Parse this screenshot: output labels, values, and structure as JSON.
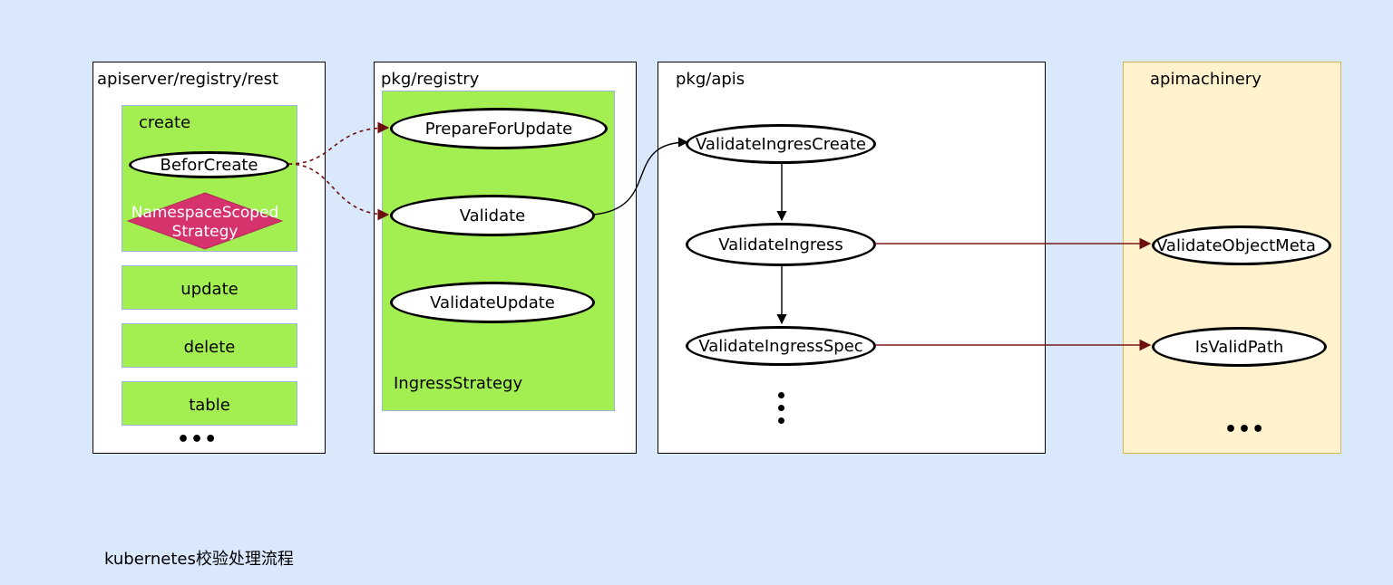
{
  "panels": {
    "rest": {
      "title": "apiserver/registry/rest",
      "create_label": "create",
      "befor_create": "BeforCreate",
      "namespace_scoped": "NamespaceScoped Strategy",
      "update": "update",
      "delete": "delete",
      "table": "table",
      "more": "•••"
    },
    "registry": {
      "title": "pkg/registry",
      "prepare_for_update": "PrepareForUpdate",
      "validate": "Validate",
      "validate_update": "ValidateUpdate",
      "strategy_label": "IngressStrategy"
    },
    "apis": {
      "title": "pkg/apis",
      "validate_ingres_create": "ValidateIngresCreate",
      "validate_ingress": "ValidateIngress",
      "validate_ingress_spec": "ValidateIngressSpec",
      "more": "⋮"
    },
    "apimachinery": {
      "title": "apimachinery",
      "validate_object_meta": "ValidateObjectMeta",
      "is_valid_path": "IsValidPath",
      "more": "•••"
    }
  },
  "footer": "kubernetes校验处理流程",
  "colors": {
    "background": "#dae8fc",
    "green_block": "#a3ef52",
    "apimachinery_panel": "#fff2cc",
    "diamond": "#d6336c",
    "dashed_arrow": "#6b0f0f",
    "solid_arrow": "#7a1a1a"
  }
}
